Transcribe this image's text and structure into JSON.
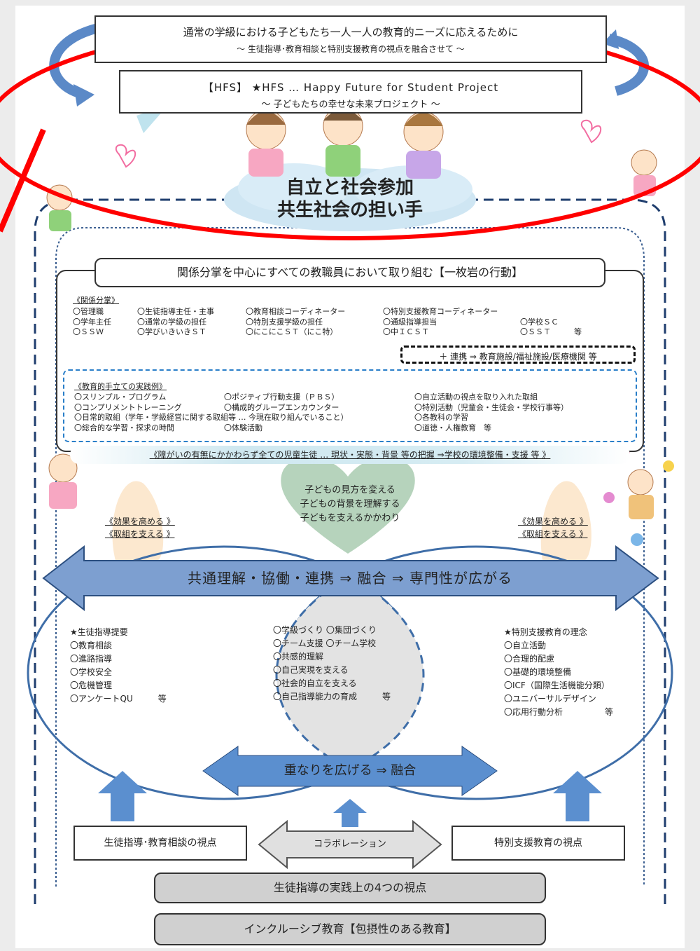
{
  "title": {
    "line1": "通常の学級における子どもたち一人一人の教育的ニーズに応えるために",
    "line2": "～ 生徒指導･教育相談と特別支援教育の視点を融合させて ～"
  },
  "hfs": {
    "line1": "【HFS】 ★HFS … Happy Future for Student Project",
    "line2": "～ 子どもたちの幸せな未来プロジェクト ～"
  },
  "goal": {
    "line1": "自立と社会参加",
    "line2": "共生社会の担い手"
  },
  "action_header": "関係分掌を中心にすべての教職員において取り組む【一枚岩の行動】",
  "roles": {
    "title": "《関係分掌》",
    "rows": [
      [
        "〇管理職",
        "〇生徒指導主任・主事",
        "〇教育相談コーディネーター",
        "〇特別支援教育コーディネーター",
        ""
      ],
      [
        "〇学年主任",
        "〇通常の学級の担任",
        "〇特別支援学級の担任",
        "〇通級指導担当",
        "〇学校ＳＣ"
      ],
      [
        "〇ＳＳＷ",
        "〇学びいきいきＳＴ",
        "〇にこにこＳＴ（にこ特）",
        "〇中ＩＣＳＴ",
        "〇ＳＳＴ　　　等"
      ]
    ],
    "cooperation": "＋ 連携 ⇒ 教育施設/福祉施設/医療機関 等"
  },
  "practices": {
    "title": "《教育的手立ての実践例》",
    "col1": [
      "〇スリンプル・プログラム",
      "〇コンプリメントトレーニング",
      "〇日常的取組（学年・学級経営に関する取組等 … 今現在取り組んでいること）",
      "〇総合的な学習・探求の時間"
    ],
    "col2": [
      "〇ポジティブ行動支援（ＰＢＳ）",
      "〇構成的グループエンカウンター",
      "",
      "〇体験活動"
    ],
    "col3": [
      "〇自立活動の視点を取り入れた取組",
      "〇特別活動（児童会・生徒会・学校行事等）",
      "〇各教科の学習",
      "〇道徳・人権教育　等"
    ]
  },
  "grasp": "《障がいの有無にかかわらず全ての児童生徒 … 現状・実態・背景 等の把握 ⇒学校の環境整備・支援 等 》",
  "heart": [
    "子どもの見方を変える",
    "子どもの背景を理解する",
    "子どもを支えるかかわり"
  ],
  "left_labels": [
    "《効果を高める 》",
    "《取組を支える 》"
  ],
  "right_labels": [
    "《効果を高める 》",
    "《取組を支える 》"
  ],
  "big_arrow": "共通理解・協働・連携 ⇒ 融合 ⇒ 専門性が広がる",
  "left_list": [
    "★生徒指導提要",
    "〇教育相談",
    "〇進路指導",
    "〇学校安全",
    "〇危機管理",
    "〇アンケートQU　　　等"
  ],
  "center_list": [
    "〇学級づくり 〇集団づくり",
    "〇チーム支援 〇チーム学校",
    "〇共感的理解",
    "〇自己実現を支える",
    "〇社会的自立を支える",
    "〇自己指導能力の育成　　　等"
  ],
  "right_list": [
    "★特別支援教育の理念",
    "〇自立活動",
    "〇合理的配慮",
    "〇基礎的環境整備",
    "〇ICF（国際生活機能分類）",
    "〇ユニバーサルデザイン",
    "〇応用行動分析　　　　　等"
  ],
  "overlap_arrow": "重なりを広げる ⇒ 融合",
  "bottom_left": "生徒指導･教育相談の視点",
  "collaboration": "コラボレーション",
  "bottom_right": "特別支援教育の視点",
  "four_views": "生徒指導の実践上の4つの視点",
  "inclusive": "インクルーシブ教育【包摂性のある教育】",
  "colors": {
    "arrow_blue": "#7d9fd0",
    "annotation_red": "#ff0000",
    "gray_box": "#d0d0d0"
  }
}
